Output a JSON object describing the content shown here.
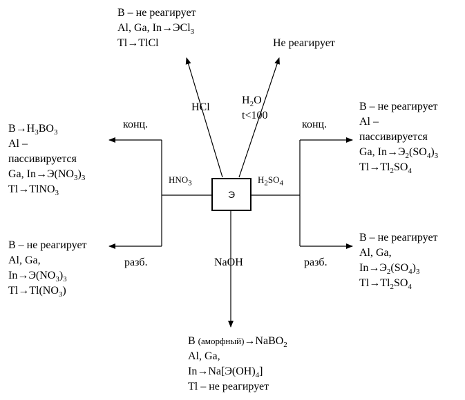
{
  "center": {
    "label": "Э"
  },
  "reagents": {
    "hcl": "HCl",
    "h2o_a": "H",
    "h2o_sub": "2",
    "h2o_b": "O",
    "h2o_temp": "t<100",
    "hno3_a": "HNO",
    "hno3_sub": "3",
    "h2so4_a": "H",
    "h2so4_sub1": "2",
    "h2so4_b": "SO",
    "h2so4_sub2": "4",
    "naoh": "NaOH"
  },
  "conditions": {
    "left_conc": "конц.",
    "left_dil": "разб.",
    "right_conc": "конц.",
    "right_dil": "разб."
  },
  "hcl_result": {
    "l1": "B – не реагирует",
    "l2a": "Al, Ga, In→ЭCl",
    "l2sub": "3",
    "l3": "Tl→TlCl"
  },
  "h2o_result": {
    "l1": "Не реагирует"
  },
  "hno3_conc": {
    "l1a": "B→H",
    "l1sub1": "3",
    "l1b": "BO",
    "l1sub2": "3",
    "l2": "Al –",
    "l3": "пассивируется",
    "l4a": "Ga, In→Э(NO",
    "l4sub1": "3",
    "l4b": ")",
    "l4sub2": "3",
    "l5a": "Tl→TlNO",
    "l5sub": "3"
  },
  "hno3_dil": {
    "l1": "B – не реагирует",
    "l2": "Al, Ga,",
    "l3a": "In→Э(NO",
    "l3sub1": "3",
    "l3b": ")",
    "l3sub2": "3",
    "l4a": "Tl→Tl(NO",
    "l4sub": "3",
    "l4b": ")"
  },
  "h2so4_conc": {
    "l1": "B – не реагирует",
    "l2": "Al –",
    "l3": "пассивируется",
    "l4a": "Ga, In→Э",
    "l4sub1": "2",
    "l4b": "(SO",
    "l4sub2": "4",
    "l4c": ")",
    "l4sub3": "3",
    "l5a": "Tl→Tl",
    "l5sub1": "2",
    "l5b": "SO",
    "l5sub2": "4"
  },
  "h2so4_dil": {
    "l1": "B – не реагирует",
    "l2": "Al, Ga,",
    "l3a": "In→Э",
    "l3sub1": "2",
    "l3b": "(SO",
    "l3sub2": "4",
    "l3c": ")",
    "l3sub3": "3",
    "l4a": "Tl→Tl",
    "l4sub1": "2",
    "l4b": "SO",
    "l4sub2": "4"
  },
  "naoh_result": {
    "l1a": "B ",
    "l1small": "(аморфный)",
    "l1b": "→NaBO",
    "l1sub": "2",
    "l2": "Al, Ga,",
    "l3a": "In→Na[Э(OH)",
    "l3sub": "4",
    "l3b": "]",
    "l4": "Tl – не реагирует"
  }
}
